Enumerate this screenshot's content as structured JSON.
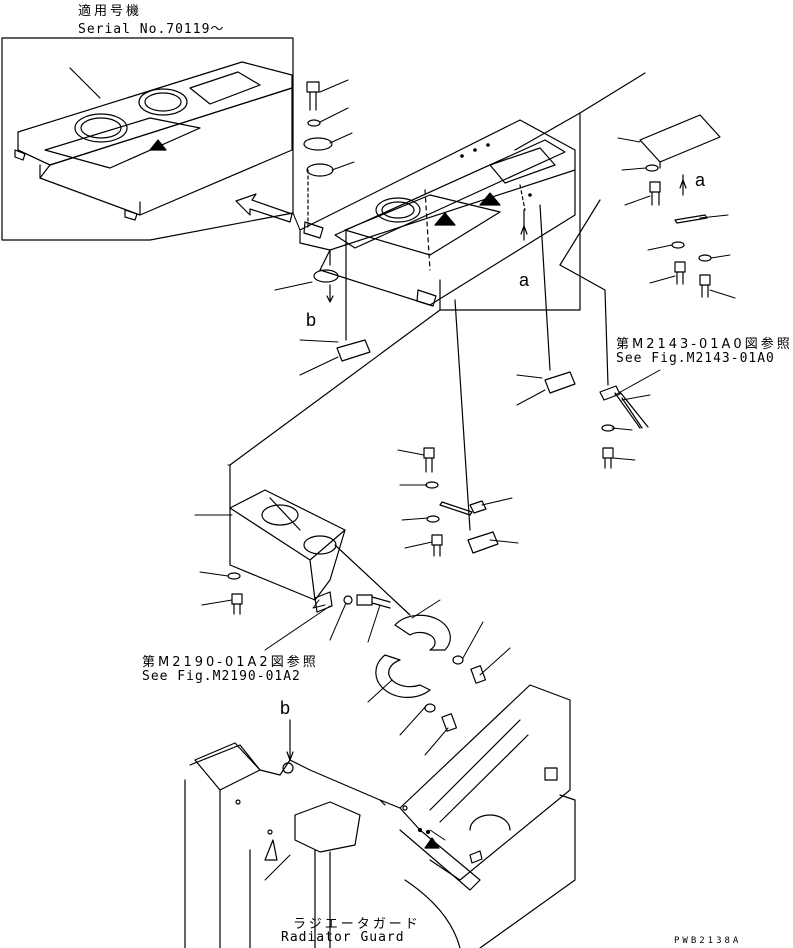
{
  "inset": {
    "applicable_jp": "適用号機",
    "serial": "Serial No.70119～"
  },
  "refs": {
    "m2143_jp": "第M2143-01A0図参照",
    "m2143_en": "See Fig.M2143-01A0",
    "m2190_jp": "第M2190-01A2図参照",
    "m2190_en": "See Fig.M2190-01A2"
  },
  "guard": {
    "jp": "ラジエータガード",
    "en": "Radiator Guard"
  },
  "callouts": {
    "a_upper": "a",
    "a_lower": "a",
    "b_upper": "b",
    "b_lower": "b"
  },
  "drawing_code": "PWB2138A"
}
